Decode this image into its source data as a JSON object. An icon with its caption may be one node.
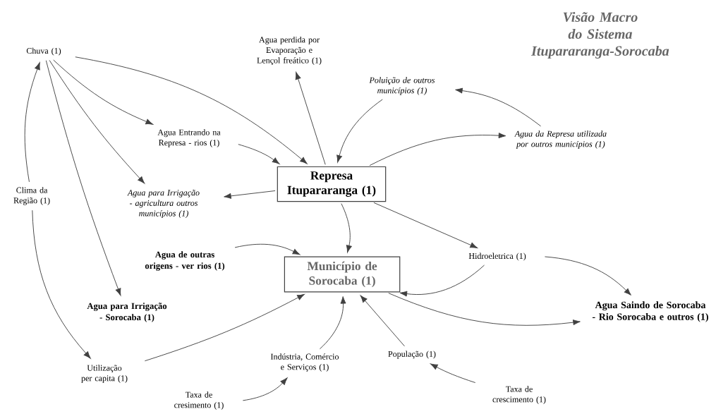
{
  "diagram": {
    "title": "Visão Macro do Sistema Itupararanga-Sorocaba",
    "nodes": [
      {
        "text": [
          "Chuva (1)"
        ]
      },
      {
        "text": [
          "Agua perdida por Evaporação e Lençol freático (1)"
        ]
      },
      {
        "text": [
          "Poluição de outros municípios (1)"
        ]
      },
      {
        "text": [
          "Agua Entrando na Represa - rios (1)"
        ]
      },
      {
        "text": [
          "Agua da Represa utilizada por outros municípios (1)"
        ]
      },
      {
        "text": [
          "Clima da Região (1)"
        ]
      },
      {
        "text": [
          "Agua para Irrigação - agricultura outros municípios (1)"
        ]
      },
      {
        "text": [
          "Represa Itupararanga (1)"
        ]
      },
      {
        "text": [
          "Hidroeletrica (1)"
        ]
      },
      {
        "text": [
          "Agua de outras origens - ver rios (1)"
        ]
      },
      {
        "text": [
          "Município de Sorocaba (1)"
        ]
      },
      {
        "text": [
          "Agua para Irrigação - Sorocaba (1)"
        ]
      },
      {
        "text": [
          "Agua Saindo de Sorocaba - Rio Sorocaba e outros (1)"
        ]
      },
      {
        "text": [
          "Utilização per capita (1)"
        ]
      },
      {
        "text": [
          "Indústria, Comércio e Serviços (1)"
        ]
      },
      {
        "text": [
          "População (1)"
        ]
      },
      {
        "text": [
          "Taxa de cresimento (1)"
        ]
      },
      {
        "text": [
          "Taxa de crescimento (1)"
        ]
      }
    ],
    "edges": [
      {
        "from": 0,
        "to": 7,
        "arrow": "to"
      },
      {
        "from": 0,
        "to": 3,
        "arrow": "to"
      },
      {
        "from": 0,
        "to": 6,
        "arrow": "to"
      },
      {
        "from": 0,
        "to": 11,
        "arrow": "to"
      },
      {
        "from": 5,
        "to": 0,
        "arrow": "to"
      },
      {
        "from": 5,
        "to": 13,
        "arrow": "to"
      },
      {
        "from": 7,
        "to": 1,
        "arrow": "to"
      },
      {
        "from": 2,
        "to": 7,
        "arrow": "to"
      },
      {
        "from": 7,
        "to": 4,
        "arrow": "to"
      },
      {
        "from": 4,
        "to": 2,
        "arrow": "to"
      },
      {
        "from": 3,
        "to": 7,
        "arrow": "to"
      },
      {
        "from": 7,
        "to": 6,
        "arrow": "to"
      },
      {
        "from": 7,
        "to": 8,
        "arrow": "to"
      },
      {
        "from": 7,
        "to": 10,
        "arrow": "to"
      },
      {
        "from": 9,
        "to": 10,
        "arrow": "to"
      },
      {
        "from": 8,
        "to": 10,
        "arrow": "to"
      },
      {
        "from": 8,
        "to": 12,
        "arrow": "to"
      },
      {
        "from": 10,
        "to": 12,
        "arrow": "to"
      },
      {
        "from": 13,
        "to": 10,
        "arrow": "to"
      },
      {
        "from": 14,
        "to": 10,
        "arrow": "to"
      },
      {
        "from": 15,
        "to": 10,
        "arrow": "to"
      },
      {
        "from": 16,
        "to": 14,
        "arrow": "to"
      },
      {
        "from": 17,
        "to": 15,
        "arrow": "to"
      }
    ]
  }
}
